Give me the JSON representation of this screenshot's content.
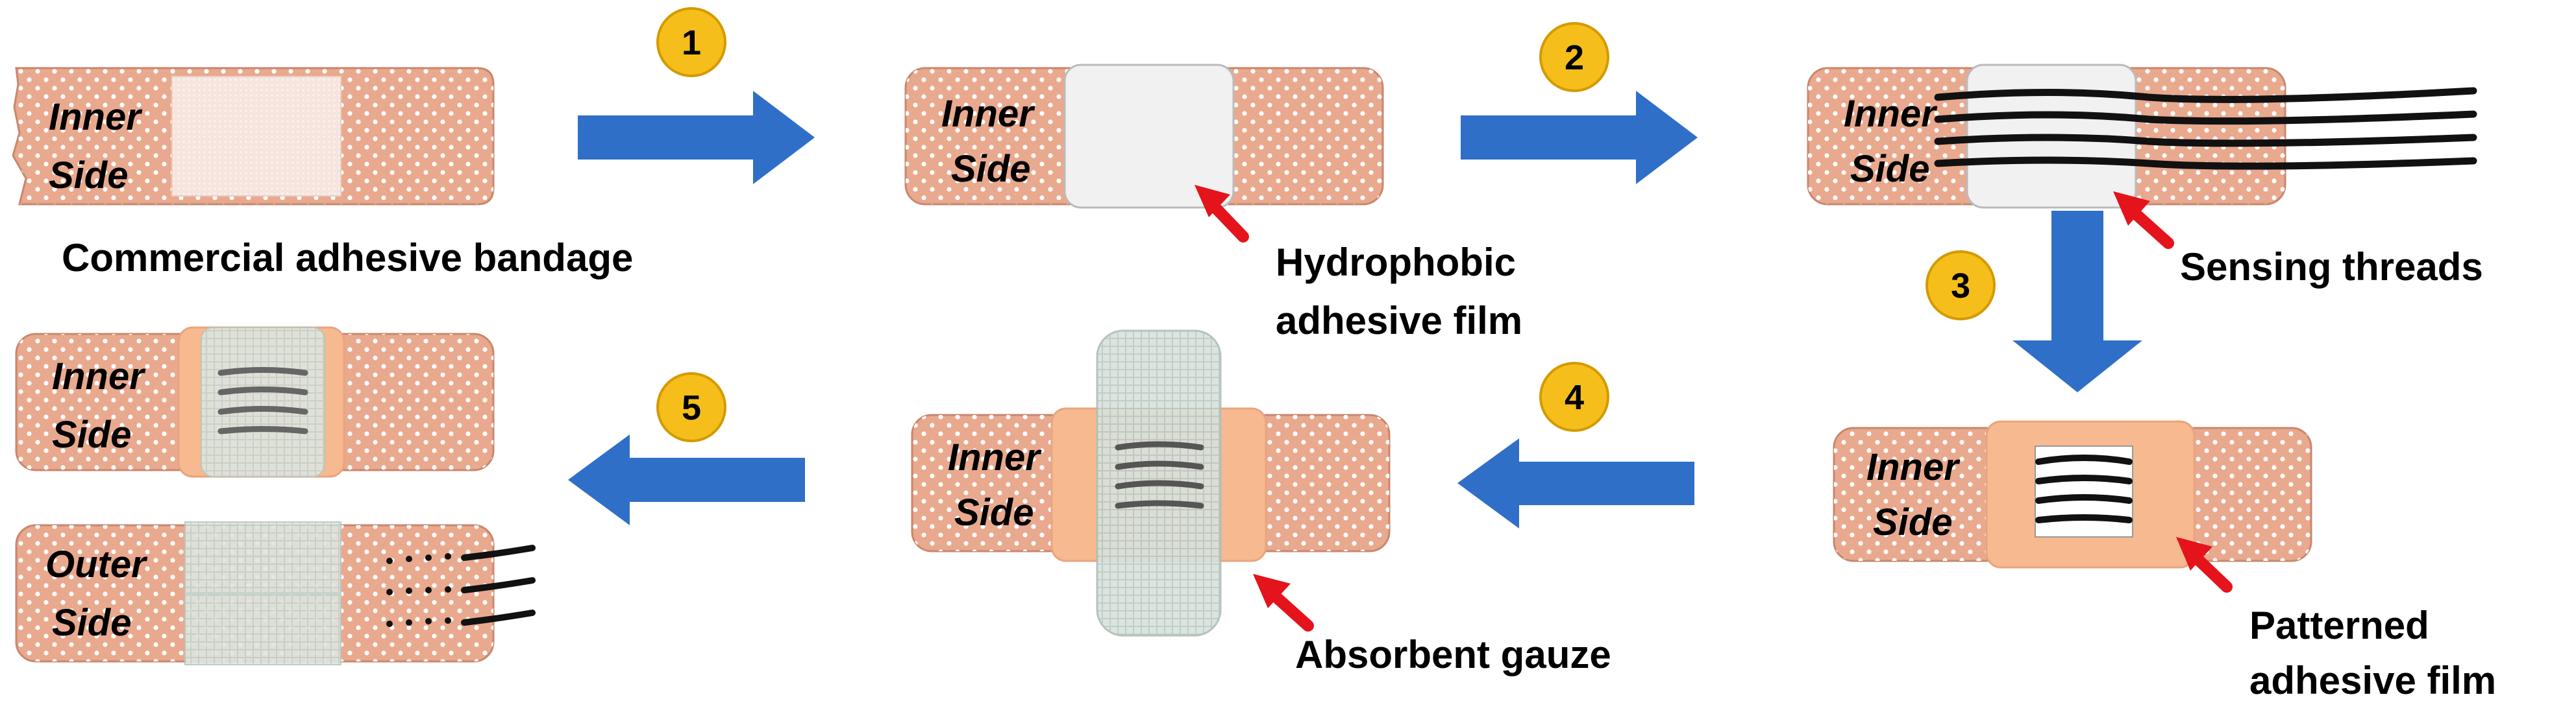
{
  "steps": [
    "1",
    "2",
    "3",
    "4",
    "5"
  ],
  "side_labels": {
    "inner_line1": "Inner",
    "inner_line2": "Side",
    "outer_line1": "Outer",
    "outer_line2": "Side"
  },
  "captions": {
    "commercial": "Commercial adhesive bandage",
    "hydrophobic_line1": "Hydrophobic",
    "hydrophobic_line2": "adhesive film",
    "sensing": "Sensing threads",
    "patterned_line1": "Patterned",
    "patterned_line2": "adhesive film",
    "absorbent": "Absorbent gauze"
  },
  "colors": {
    "bandage": "#E9A98E",
    "bandage_outline": "#C9876C",
    "dots": "#FFFFFF",
    "pad": "#F6E8E2",
    "film": "#F1F1F1",
    "film_patterned": "#F7B98F",
    "arrow_blue": "#2F6FC7",
    "badge_fill": "#F5BE1B",
    "badge_stroke": "#D49A00",
    "pointer_red": "#E5131B",
    "thread": "#111111",
    "gauze": "#D8E2DD"
  }
}
